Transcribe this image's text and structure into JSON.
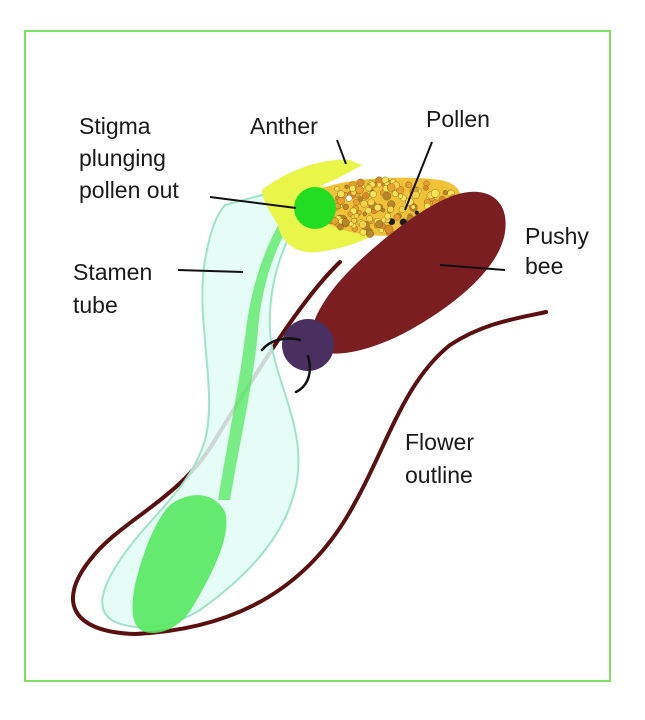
{
  "labels": {
    "stigma": [
      "Stigma",
      "plunging",
      "pollen out"
    ],
    "anther": "Anther",
    "pollen": "Pollen",
    "stamen_tube": [
      "Stamen",
      "tube"
    ],
    "pushy_bee": [
      "Pushy",
      "bee"
    ],
    "flower_outline": [
      "Flower",
      "outline"
    ]
  },
  "colors": {
    "frame": "#7fe05f",
    "flower_outline": "#5a1010",
    "stamen_tube_fill": "#e2fbf6",
    "stamen_tube_stroke": "#9fe3c8",
    "style_green": "#54e85f",
    "stigma_green": "#22dd22",
    "anther_yellow": "#eaf54a",
    "pollen_base": "#f0c23a",
    "bee_body": "#7a1e22",
    "bee_head": "#4a3060"
  }
}
